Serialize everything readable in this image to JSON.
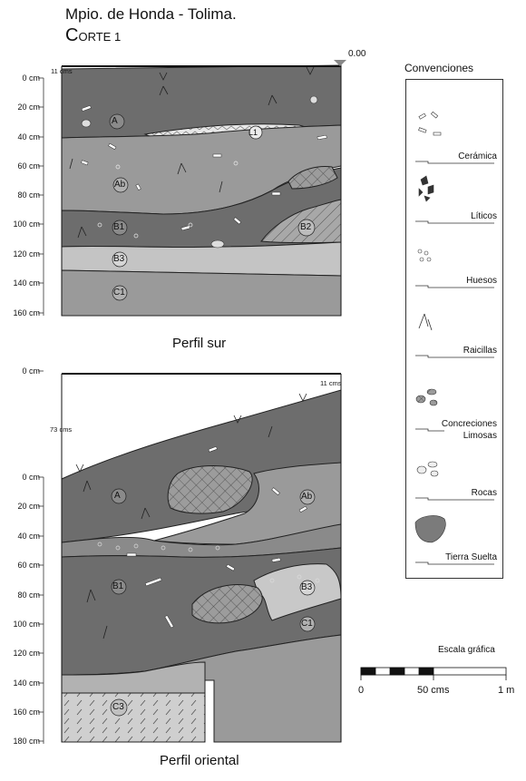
{
  "header": {
    "title": "Mpio. de Honda - Tolima.",
    "subtitle_first": "C",
    "subtitle_rest": "ORTE 1"
  },
  "profile_sur": {
    "caption": "Perfil sur",
    "datum": "0.00",
    "top_measure": "11",
    "top_measure_unit": "cms",
    "ticks": [
      "0 cm",
      "20 cm",
      "40 cm",
      "60 cm",
      "80 cm",
      "100 cm",
      "120 cm",
      "140 cm",
      "160 cm"
    ],
    "horizons": [
      "A",
      "L1",
      "Ab",
      "B1",
      "B2",
      "B3",
      "C1"
    ]
  },
  "profile_oriental": {
    "caption": "Perfil oriental",
    "upper_ticks": [
      "0 cm"
    ],
    "right_measure": "11",
    "right_measure_unit": "cms",
    "left_measure": "73",
    "left_measure_unit": "cms",
    "ticks": [
      "0 cm",
      "20 cm",
      "40 cm",
      "60 cm",
      "80 cm",
      "100 cm",
      "120 cm",
      "140 cm",
      "160 cm",
      "180 cm"
    ],
    "horizons": [
      "A",
      "Ab",
      "B1",
      "B3",
      "C1",
      "C3"
    ]
  },
  "legend": {
    "title": "Convenciones",
    "items": [
      {
        "label": "Cerámica",
        "icon": "ceramic-icon"
      },
      {
        "label": "Líticos",
        "icon": "lithic-icon"
      },
      {
        "label": "Huesos",
        "icon": "bone-icon"
      },
      {
        "label": "Raicillas",
        "icon": "rootlet-icon"
      },
      {
        "label": "Concreciones",
        "label2": "Limosas",
        "icon": "concretion-icon"
      },
      {
        "label": "Rocas",
        "icon": "rock-icon"
      },
      {
        "label": "Tierra Suelta",
        "icon": "loose-soil-icon"
      }
    ]
  },
  "scale": {
    "title": "Escala gráfica",
    "labels": [
      "0",
      "50 cms",
      "1 m"
    ]
  },
  "colors": {
    "dark": "#6d6d6d",
    "medium": "#9a9a9a",
    "light": "#c4c4c4",
    "lighter": "#d8d8d8"
  }
}
